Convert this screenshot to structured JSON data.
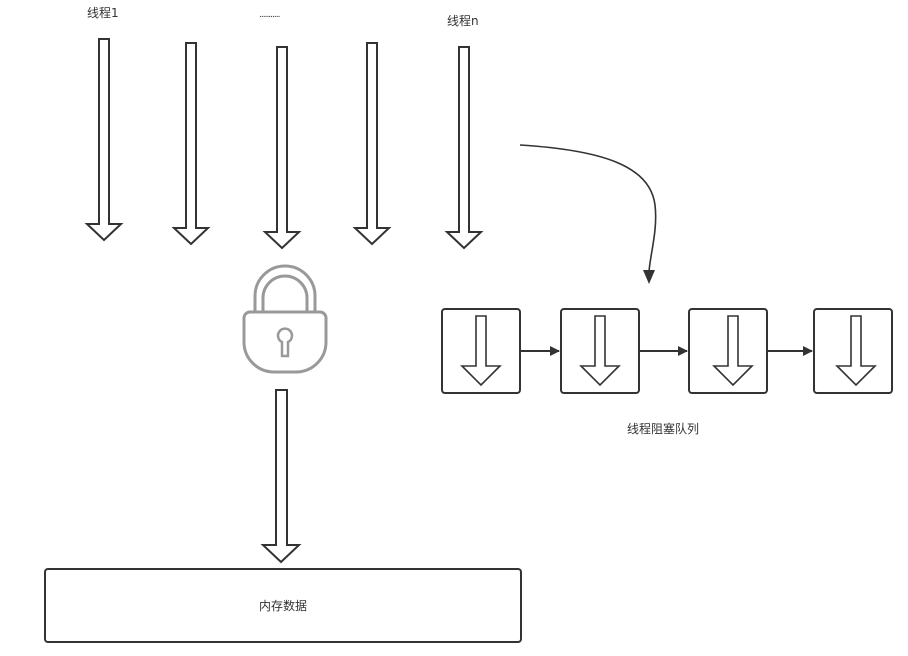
{
  "diagram": {
    "thread_labels": [
      "线程1",
      "...........",
      "线程n"
    ],
    "thread_count_shown": 5,
    "lock": {
      "icon": "padlock-icon",
      "color": "#999999"
    },
    "queue": {
      "label": "线程阻塞队列",
      "node_count": 4
    },
    "memory": {
      "label": "内存数据"
    },
    "colors": {
      "stroke": "#333333",
      "lock": "#999999",
      "text": "#333333"
    }
  }
}
